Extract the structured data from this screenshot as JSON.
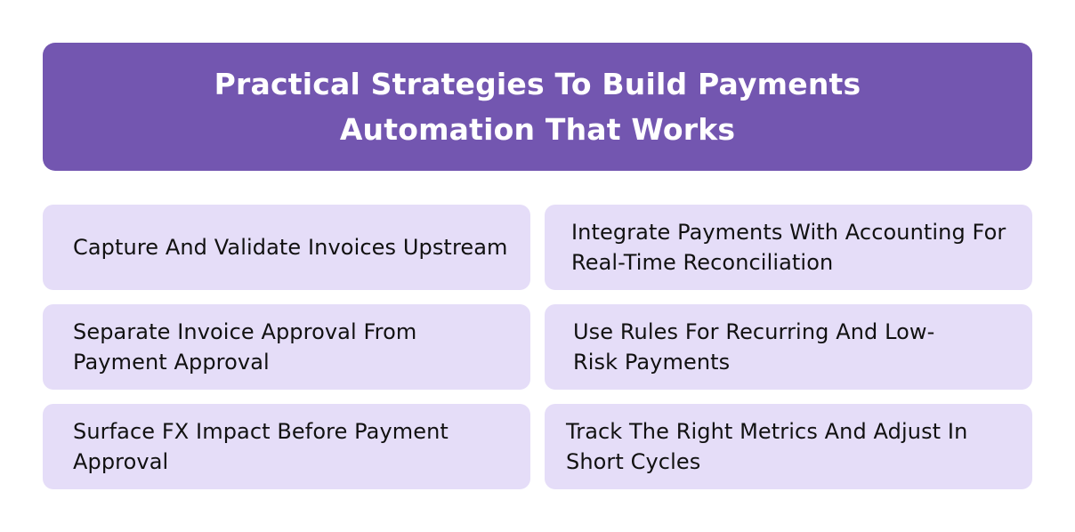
{
  "header": {
    "title_line1": "Practical Strategies To Build Payments",
    "title_line2": "Automation That Works"
  },
  "strategies": [
    {
      "label": "Capture And Validate Invoices Upstream"
    },
    {
      "label": "Integrate Payments With Accounting For Real-Time Reconciliation"
    },
    {
      "label": "Separate Invoice Approval From Payment Approval"
    },
    {
      "label": "Use Rules For Recurring And Low-Risk Payments"
    },
    {
      "label": "Surface FX Impact Before Payment Approval"
    },
    {
      "label": "Track The Right Metrics And Adjust In Short Cycles"
    }
  ],
  "colors": {
    "header_bg": "#7356b0",
    "card_bg": "#e5ddf8",
    "text_dark": "#111111",
    "text_light": "#ffffff"
  }
}
